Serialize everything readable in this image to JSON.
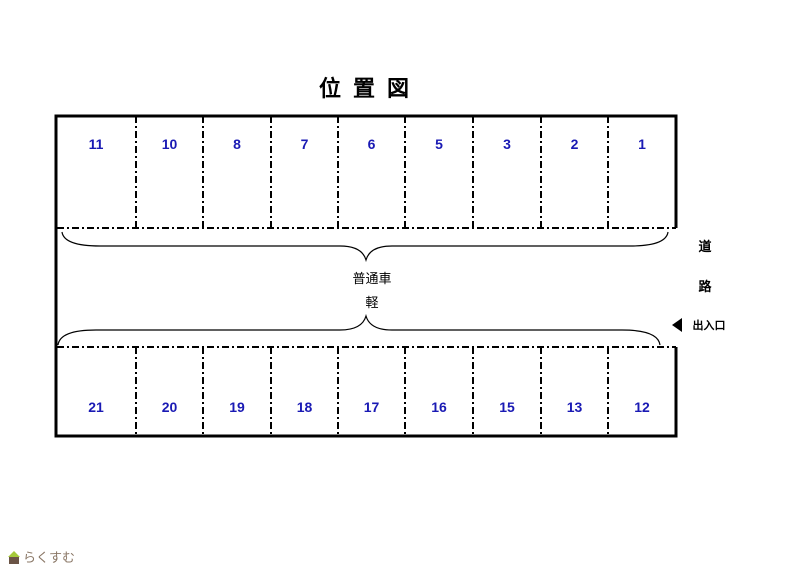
{
  "title": "位置図",
  "top_row": [
    "11",
    "10",
    "8",
    "7",
    "6",
    "5",
    "3",
    "2",
    "1"
  ],
  "bottom_row": [
    "21",
    "20",
    "19",
    "18",
    "17",
    "16",
    "15",
    "13",
    "12"
  ],
  "center_labels": {
    "line1": "普通車",
    "line2": "軽"
  },
  "road": {
    "char1": "道",
    "char2": "路",
    "entrance": "出入口"
  },
  "logo": "らくすむ",
  "colors": {
    "number": "#1a1ab4",
    "logo_text": "#8a7766",
    "logo_roof": "#a5c93a"
  }
}
